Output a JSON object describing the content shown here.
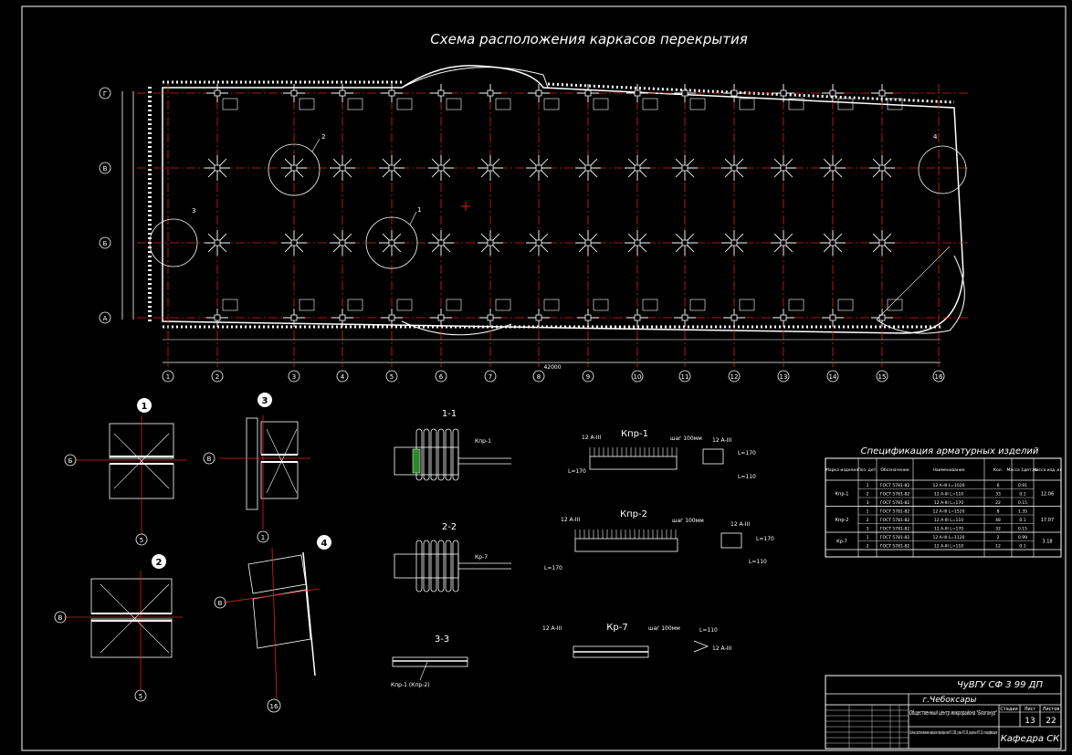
{
  "drawing": {
    "title": "Схема расположения каркасов перекрытия",
    "axes_letters": [
      "Г",
      "В",
      "Б",
      "А"
    ],
    "axes_numbers": [
      "1",
      "2",
      "3",
      "4",
      "5",
      "6",
      "7",
      "8",
      "9",
      "10",
      "11",
      "12",
      "13",
      "14",
      "15",
      "16"
    ],
    "total_dim": "42000",
    "node_callouts": [
      "1",
      "2",
      "3",
      "4"
    ],
    "node_axis_labels": {
      "n1": [
        "Б",
        "5"
      ],
      "n2": [
        "В",
        "5"
      ],
      "n3": [
        "В",
        "1"
      ],
      "n4": [
        "В",
        "16"
      ]
    }
  },
  "sections": {
    "s11": "1-1",
    "s22": "2-2",
    "s33": "3-3",
    "kpr1": "Кпр-1",
    "kpr2": "Кпр-2",
    "kr7": "Кр-7",
    "kpr_label": "Кпр-1 (Кпр-2)",
    "l170": "L=170",
    "l110": "L=110",
    "sh100": "шаг 100мм",
    "rebar": "12 А-III"
  },
  "spec": {
    "title": "Спецификация арматурных изделий",
    "headers": [
      "Марка изделия",
      "Поз. дет.",
      "Обозначение",
      "Наименование",
      "Кол.",
      "Масса 1дет.,кг",
      "Масса изд.,кг"
    ],
    "groups": [
      {
        "mark": "Кпр-1",
        "total": "12.06",
        "rows": [
          [
            "1",
            "ГОСТ 5781-82",
            "12 А-III L=1020",
            "6",
            "0.91"
          ],
          [
            "2",
            "ГОСТ 5781-82",
            "12 А-III L=110",
            "33",
            "0.1"
          ],
          [
            "3",
            "ГОСТ 5781-82",
            "12 А-III L=170",
            "22",
            "0.15"
          ]
        ]
      },
      {
        "mark": "Кпр-2",
        "total": "17.07",
        "rows": [
          [
            "1",
            "ГОСТ 5781-82",
            "12 А-III L=1520",
            "8",
            "1.35"
          ],
          [
            "2",
            "ГОСТ 5781-82",
            "12 А-III L=110",
            "48",
            "0.1"
          ],
          [
            "3",
            "ГОСТ 5781-82",
            "12 А-III L=170",
            "32",
            "0.15"
          ]
        ]
      },
      {
        "mark": "Кр-7",
        "total": "3.18",
        "rows": [
          [
            "1",
            "ГОСТ 5781-82",
            "12 А-III L=1120",
            "2",
            "0.99"
          ],
          [
            "2",
            "ГОСТ 5781-82",
            "12 А-III L=110",
            "12",
            "0.1"
          ]
        ]
      }
    ]
  },
  "stamp": {
    "code": "ЧуВГУ СФ 3 99 ДП",
    "city": "г.Чебоксары",
    "project": "Общественный центр микрорайона \"Благонур\"",
    "sheet_desc": "Схема расположения каркасов перекрытия М 1:100, узлы М 1:20, разрезы М 1:20, спецификация",
    "sheet": "13",
    "sheets": "22",
    "stage_hdr": "Стадия",
    "sheet_hdr": "Лист",
    "sheets_hdr": "Листов",
    "dept": "Кафедра СК"
  }
}
